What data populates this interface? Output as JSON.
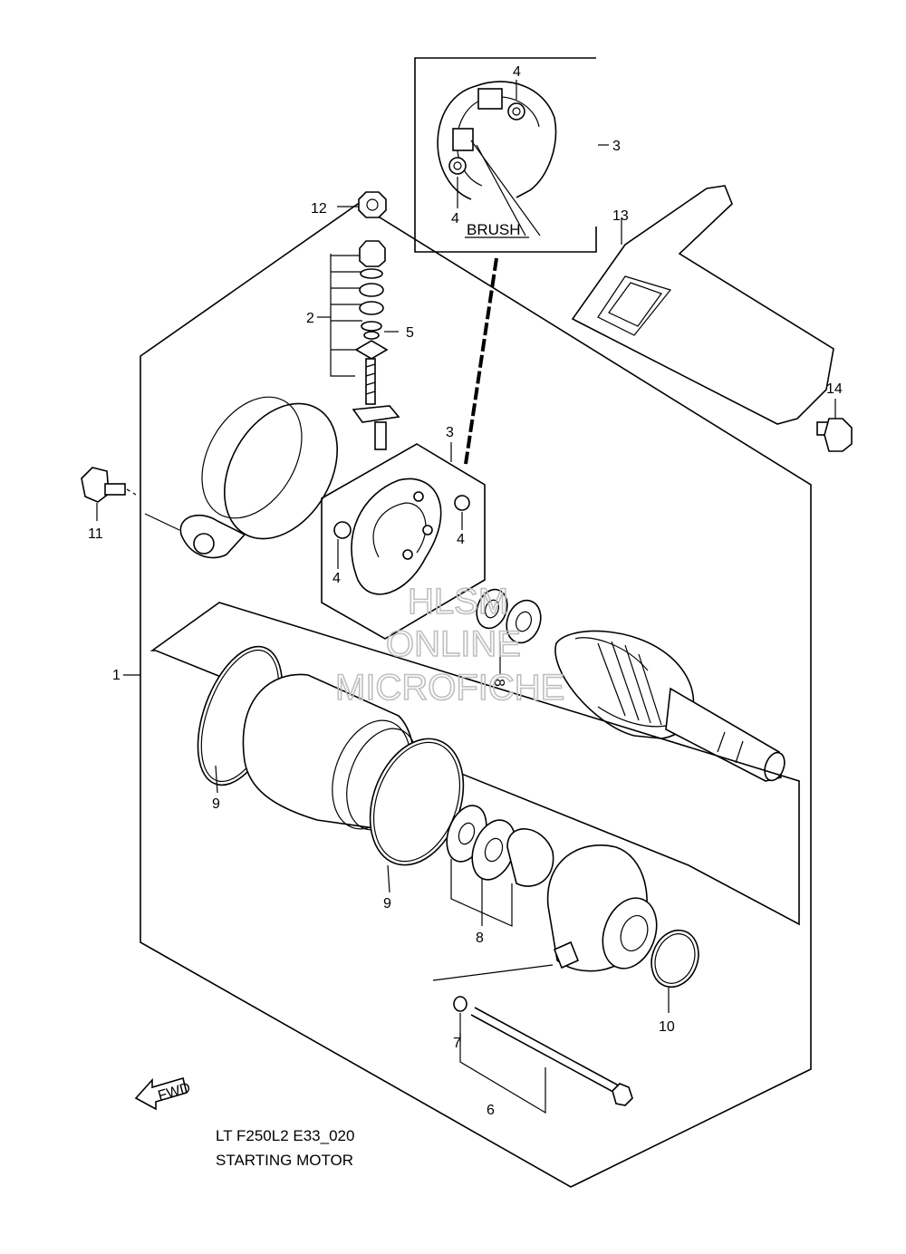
{
  "labels": {
    "l1": "1",
    "l2": "2",
    "l3a": "3",
    "l3b": "3",
    "l4a": "4",
    "l4b": "4",
    "l4c": "4",
    "l4d": "4",
    "l5": "5",
    "l6": "6",
    "l7": "7",
    "l8a": "8",
    "l8b": "8",
    "l9a": "9",
    "l9b": "9",
    "l10": "10",
    "l11": "11",
    "l12": "12",
    "l13": "13",
    "l14": "14"
  },
  "inset": {
    "brush_label": "BRUSH"
  },
  "watermark": {
    "line1": "HLSM",
    "line2": "ONLINE",
    "line3": "MICROFICHE"
  },
  "fwd_arrow_text": "FWD",
  "caption": {
    "code": "LT F250L2 E33_020",
    "title": "STARTING MOTOR"
  }
}
